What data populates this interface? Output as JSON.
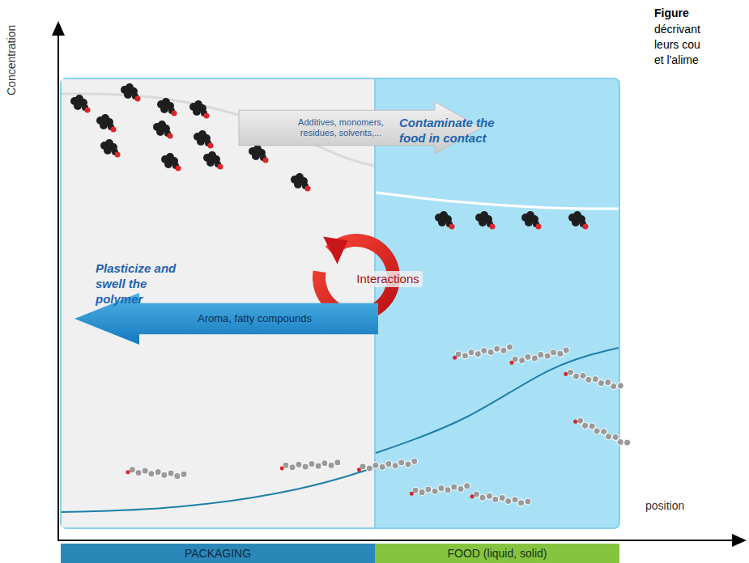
{
  "diagram": {
    "nodes": [
      {
        "text": [
          "Additives, monomers, residues, solvents,..."
        ]
      },
      {
        "text": [
          "Interactions"
        ]
      },
      {
        "text": [
          "Aroma, fatty compounds"
        ]
      },
      {
        "text": [
          "PACKAGING"
        ]
      },
      {
        "text": [
          "FOOD (liquid, solid)"
        ]
      }
    ],
    "labels": [
      "Concentration",
      "Contaminate the food in contact",
      "Plasticize and swell the polymer",
      "position",
      "Figure",
      "décrivant",
      "leurs cou",
      "et l'alime"
    ]
  }
}
